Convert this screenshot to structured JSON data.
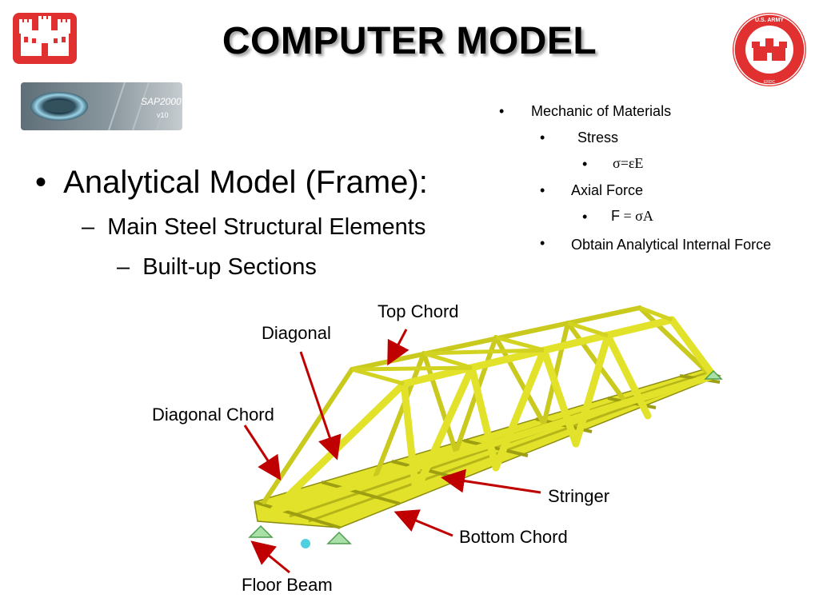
{
  "title": "COMPUTER MODEL",
  "logos": {
    "left": "usace-castle-logo",
    "right_text": "U.S. ARMY · ENGINEER RESEARCH AND DEVELOPMENT CENTER",
    "banner_text": "SAP2000",
    "banner_version": "v10"
  },
  "left_bullets": {
    "main": "Analytical Model (Frame):",
    "sub1": "Main Steel Structural Elements",
    "sub2": "Built-up Sections",
    "dash": "–",
    "bullet": "•"
  },
  "right_bullets": {
    "b1": "Mechanic of Materials",
    "b1_1": "Stress",
    "b1_1_1": "σ=εE",
    "b1_2": "Axial Force",
    "b1_2_1_lead": "F",
    "b1_2_1_formula": " = σA",
    "b1_3": "Obtain Analytical Internal Force"
  },
  "labels": {
    "top_chord": "Top Chord",
    "diagonal": "Diagonal",
    "diagonal_chord": "Diagonal Chord",
    "stringer": "Stringer",
    "bottom_chord": "Bottom Chord",
    "floor_beam": "Floor Beam"
  },
  "colors": {
    "truss_yellow": "#e2e22a",
    "truss_dark": "#9e9e12",
    "arrow_red": "#c00000",
    "logo_red": "#e03030"
  }
}
